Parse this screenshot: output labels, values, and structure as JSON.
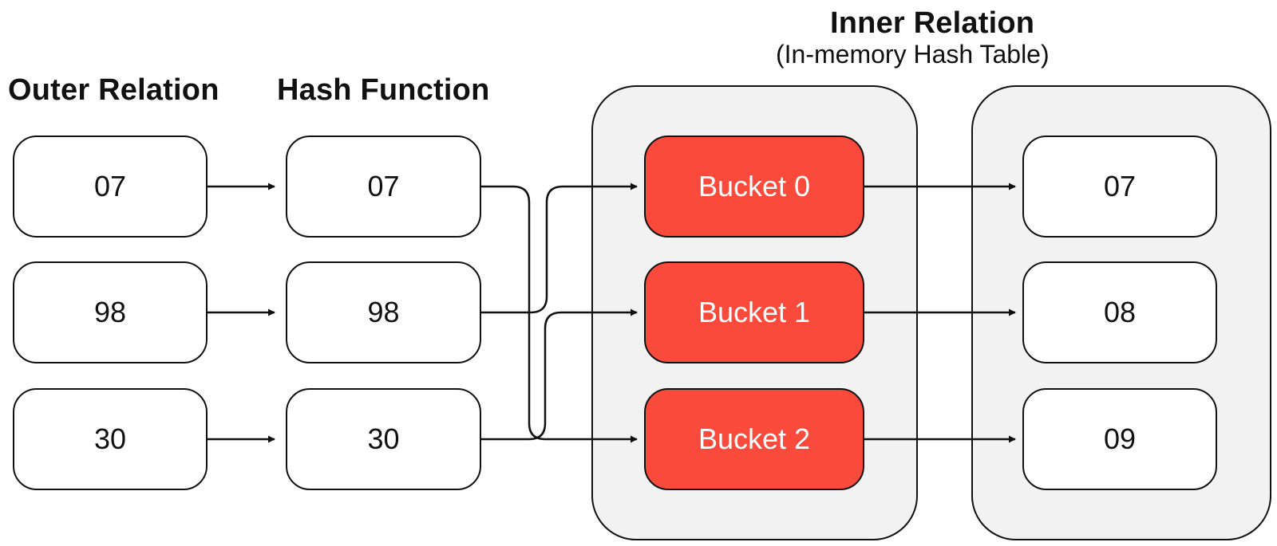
{
  "headings": {
    "outer": "Outer Relation",
    "hash": "Hash Function",
    "inner_title": "Inner Relation",
    "inner_subtitle": "(In-memory Hash Table)"
  },
  "outer_relation": [
    "07",
    "98",
    "30"
  ],
  "hash_function": [
    "07",
    "98",
    "30"
  ],
  "buckets": [
    "Bucket 0",
    "Bucket 1",
    "Bucket 2"
  ],
  "inner_values": [
    "07",
    "08",
    "09"
  ],
  "colors": {
    "bucket_fill": "#fa4a3c",
    "group_fill": "#f2f2f2",
    "stroke": "#111111"
  }
}
